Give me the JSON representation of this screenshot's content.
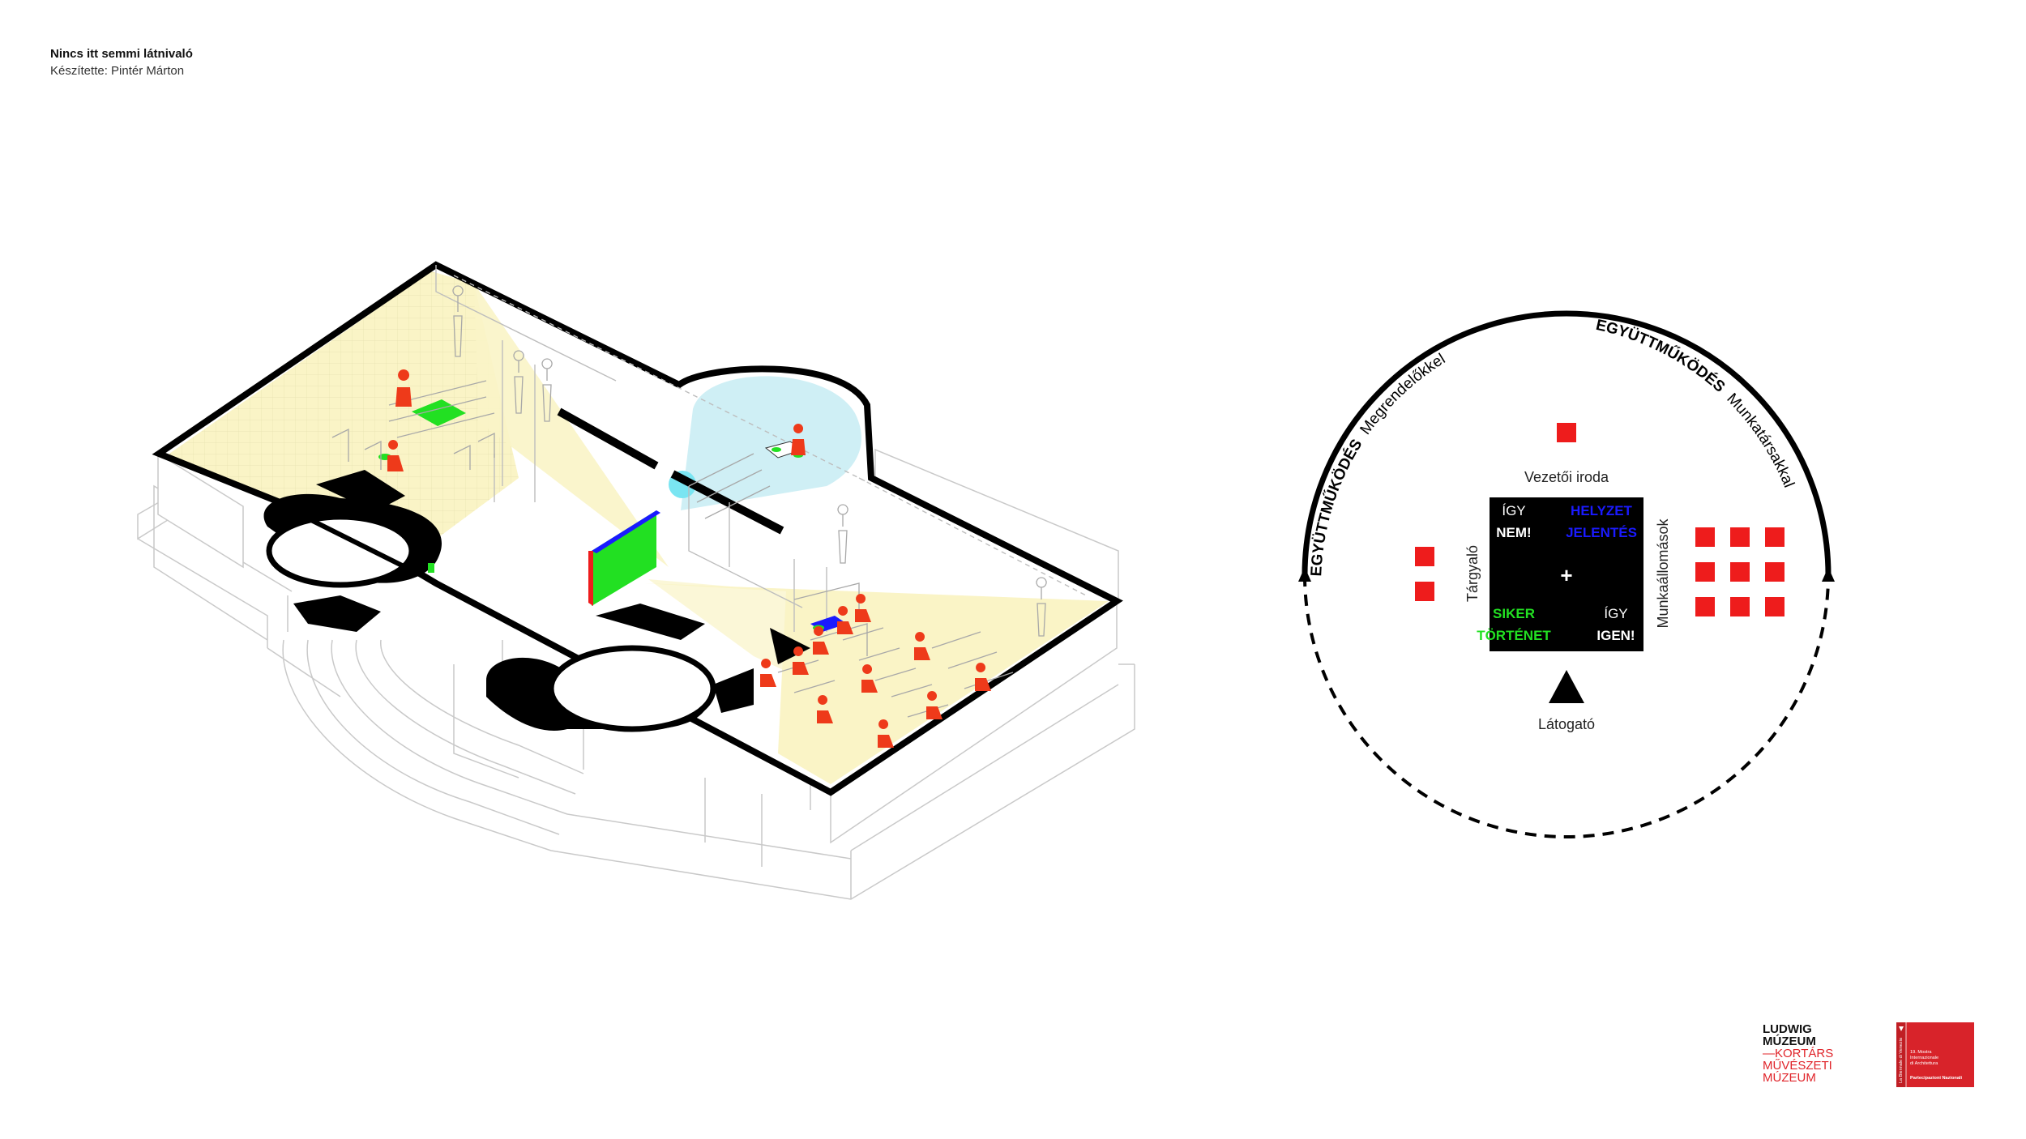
{
  "header": {
    "title": "Nincs itt semmi látnivaló",
    "author": "Készítette: Pintér Márton"
  },
  "diagram": {
    "arc_left": "Megrendelőkkel",
    "arc_left_bold": "EGYÜTTMŰKÖDÉS",
    "arc_right": "Munkatársakkal",
    "arc_right_bold": "EGYÜTTMŰKÖDÉS",
    "label_top": "Vezetői iroda",
    "label_left": "Tárgyaló",
    "label_right": "Munkaállomások",
    "label_bottom": "Látogató",
    "grid": {
      "tl_small": "ÍGY",
      "tl_big": "NEM!",
      "tr_line1": "HELYZET",
      "tr_line2": "JELENTÉS",
      "center": "+",
      "bl_line1": "SIKER",
      "bl_line2": "TÖRTÉNET",
      "br_small": "ÍGY",
      "br_big": "IGEN!"
    },
    "colors": {
      "red": "#ee1c1c",
      "blue": "#1a1aff",
      "green": "#22e022",
      "black": "#000000"
    }
  },
  "logos": {
    "ludwig_line1": "LUDWIG",
    "ludwig_line2": "MÚZEUM",
    "ludwig_line3": "—KORTÁRS",
    "ludwig_line4": "MŰVÉSZETI",
    "ludwig_line5": "MÚZEUM",
    "biennale_vertical": "La Biennale di Venezia",
    "biennale_line1": "19. Mostra",
    "biennale_line2": "Internazionale",
    "biennale_line3": "di Architettura",
    "biennale_line4": "Partecipazioni Nazionali"
  }
}
